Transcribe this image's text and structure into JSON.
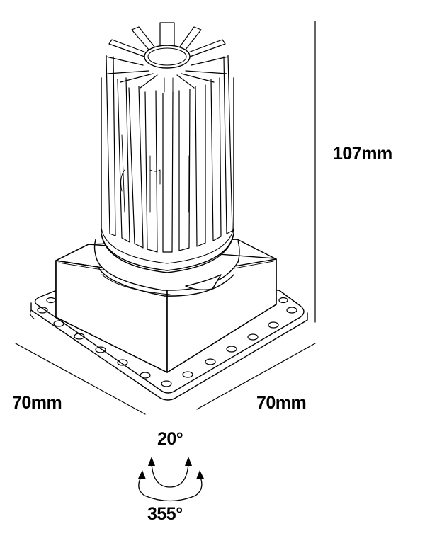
{
  "dimensions": {
    "height": "107mm",
    "width_left": "70mm",
    "width_right": "70mm"
  },
  "adjustment": {
    "tilt": "20°",
    "rotation": "355°"
  },
  "colors": {
    "line": "#000000",
    "background": "#ffffff"
  }
}
